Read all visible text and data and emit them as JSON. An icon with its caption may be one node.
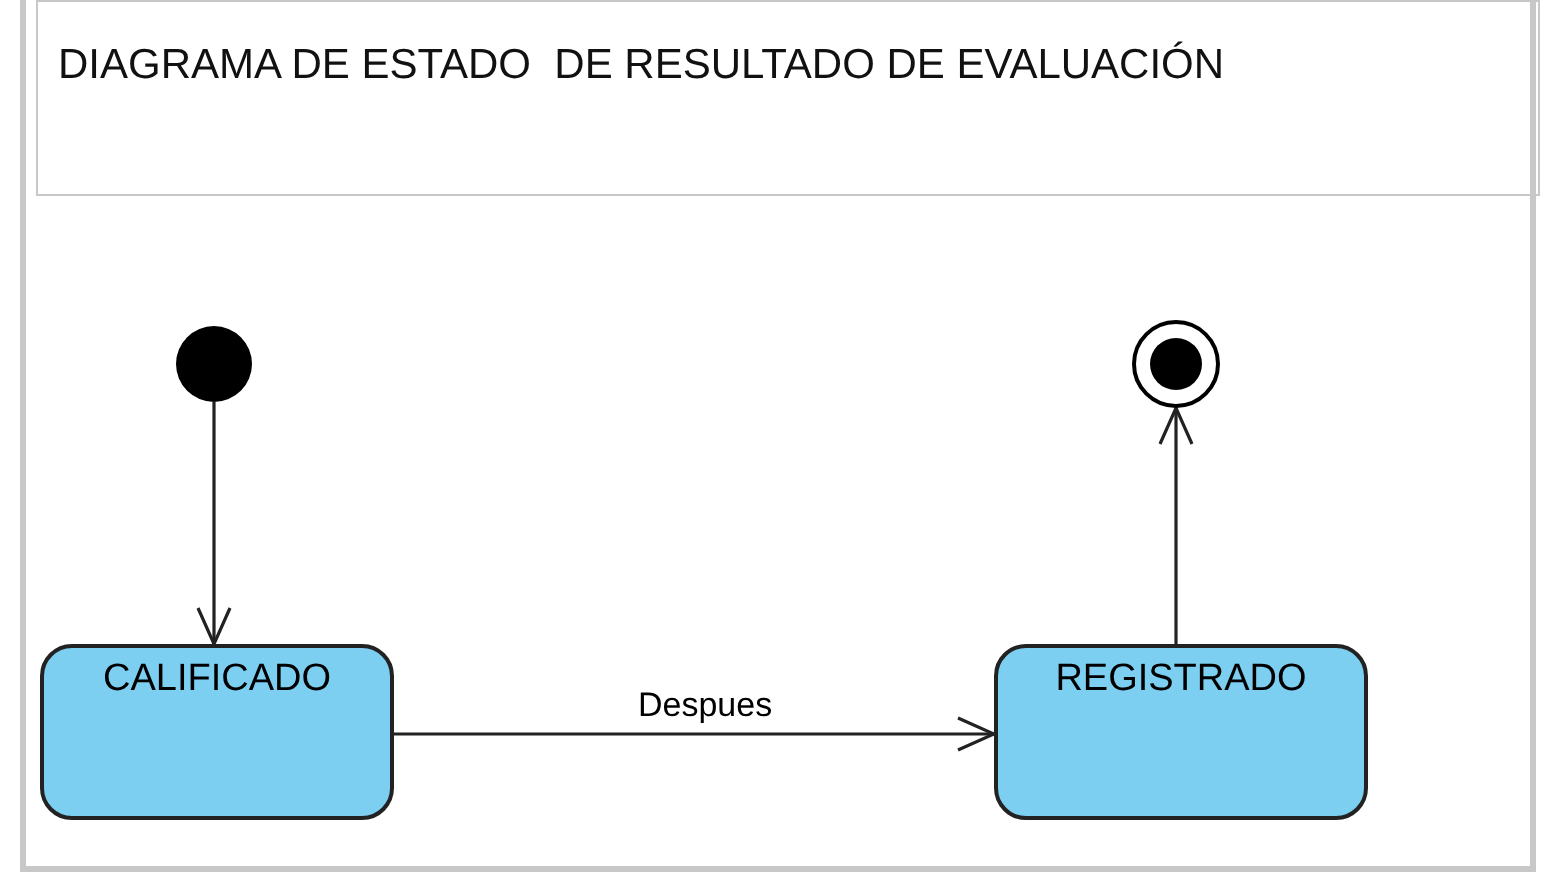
{
  "diagram": {
    "title": "DIAGRAMA DE ESTADO  DE RESULTADO DE EVALUACIÓN",
    "nodes": [
      {
        "text": [],
        "shape": "circle"
      },
      {
        "text": [
          "CALIFICADO"
        ]
      },
      {
        "text": [
          "REGISTRADO"
        ]
      },
      {
        "text": [],
        "shape": "bullseye"
      }
    ],
    "edges": [
      {
        "from": 0,
        "to": 1,
        "arrow": "to"
      },
      {
        "from": 1,
        "to": 2,
        "arrow": "to",
        "label": "Despues"
      },
      {
        "from": 2,
        "to": 3,
        "arrow": "to"
      }
    ]
  }
}
